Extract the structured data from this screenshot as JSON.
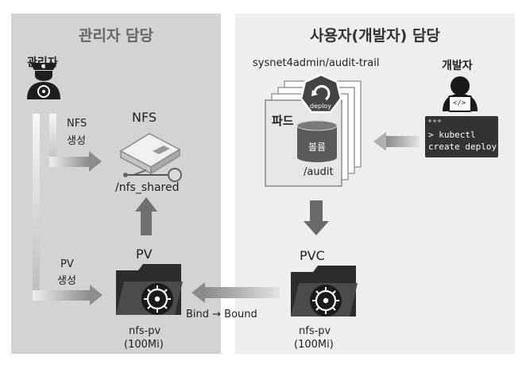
{
  "admin_panel": {
    "title": "관리자 담당"
  },
  "dev_panel": {
    "title": "사용자(개발자) 담당"
  },
  "admin_actor": {
    "label": "관리자"
  },
  "nfs_create": {
    "line1": "NFS",
    "line2": "생성"
  },
  "pv_create": {
    "line1": "PV",
    "line2": "생성"
  },
  "nfs_server": {
    "title": "NFS",
    "path": "/nfs_shared"
  },
  "pv": {
    "title": "PV",
    "name": "nfs-pv",
    "size": "(100Mi)"
  },
  "deployment": {
    "name": "sysnet4admin/audit-trail",
    "deploy_label": "deploy"
  },
  "pod": {
    "label": "파드",
    "volume_label": "볼륨",
    "mount_path": "/audit"
  },
  "developer": {
    "label": "개발자",
    "code_icon_text": "</>"
  },
  "terminal": {
    "line1": "> kubectl",
    "line2": "create deploy"
  },
  "pvc": {
    "title": "PVC",
    "name": "nfs-pv",
    "size": "(100Mi)"
  },
  "bind_label": "Bind → Bound",
  "colors": {
    "admin_bg": "#d3d3d3",
    "dev_bg": "#eeeeee",
    "arrow": "#8a8a8a",
    "dark": "#333333"
  }
}
